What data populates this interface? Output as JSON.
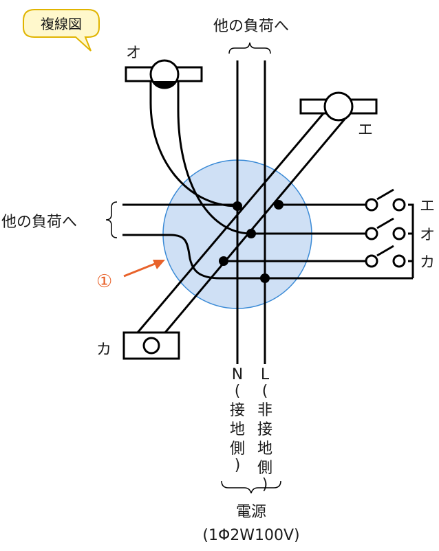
{
  "badge": {
    "text": "複線図"
  },
  "labels": {
    "other_load_top": "他の負荷へ",
    "other_load_left": "他の負荷へ",
    "fixture_o": "オ",
    "fixture_e": "エ",
    "fixture_ka": "カ",
    "switch_e": "エ",
    "switch_o": "オ",
    "switch_ka": "カ",
    "neutral_letter": "N",
    "neutral_note": [
      "(",
      "接",
      "地",
      "側",
      ")"
    ],
    "live_letter": "L",
    "live_note": [
      "(",
      "非",
      "接",
      "地",
      "側",
      ")"
    ],
    "power_source": "電源",
    "power_spec": "(1Φ2W100V)",
    "callout_number": "①"
  },
  "colors": {
    "junction_fill": "#cfe0f5",
    "junction_stroke": "#3a8ad6",
    "callout": "#e8622a",
    "badge_fill": "#fff8cc",
    "badge_stroke": "#e0b400"
  }
}
